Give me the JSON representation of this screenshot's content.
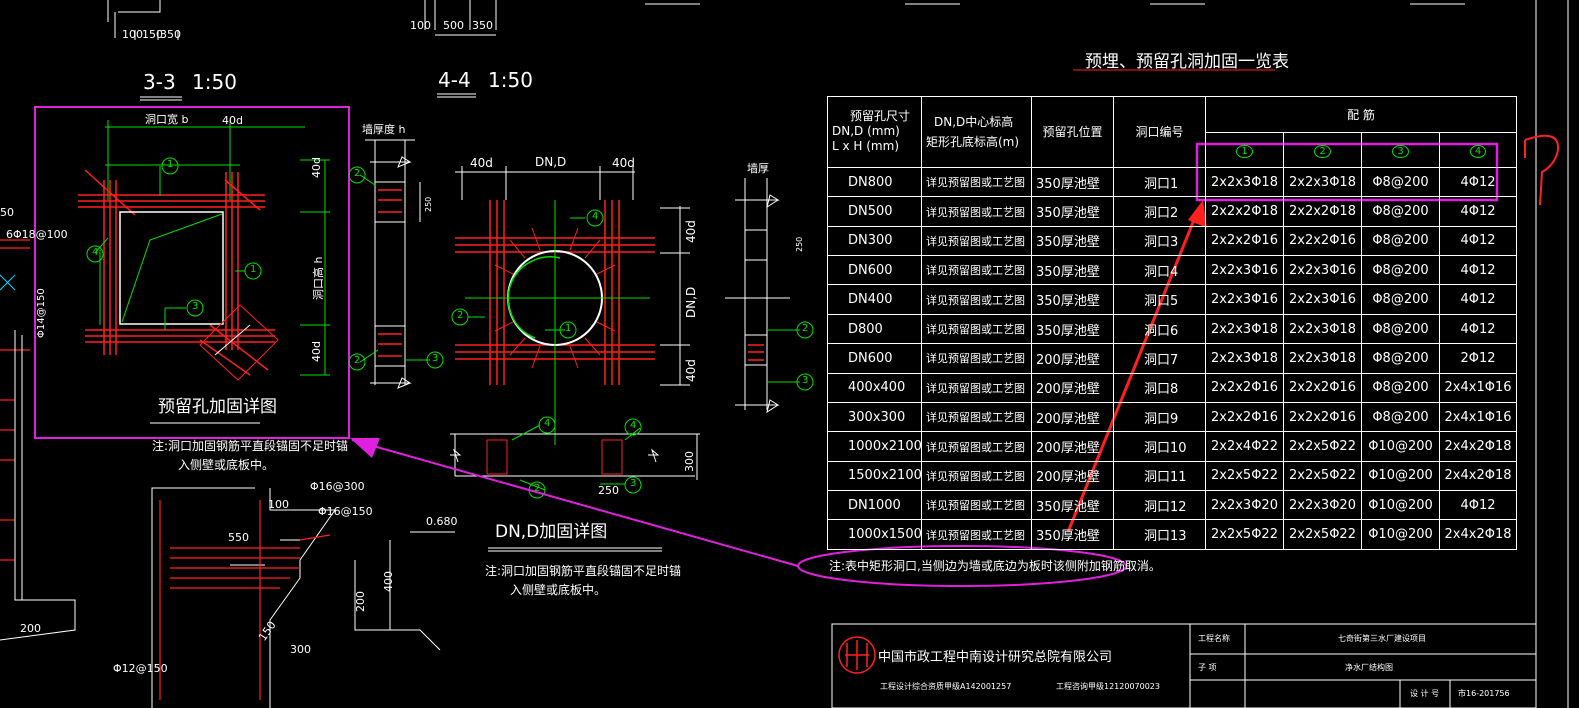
{
  "top_dims": {
    "left": [
      "100",
      "150",
      "350"
    ],
    "mid": [
      "100",
      "500",
      "350"
    ]
  },
  "section_3": {
    "title": "3-3",
    "scale": "1:50"
  },
  "section_4": {
    "title": "4-4",
    "scale": "1:50"
  },
  "detail_3": {
    "opening_width": "洞口宽 b",
    "anchor_top": "40d",
    "dim_upper": "40d",
    "opening_height": "洞口高 h",
    "dim_lower": "40d",
    "title": "预留孔加固详图",
    "note_line1": "注:洞口加固钢筋平直段锚固不足时锚",
    "note_line2": "入侧壁或底板中。"
  },
  "wall_thickness": "墙厚度 h",
  "wall_thickness2": "墙厚",
  "small_dims": {
    "a": "250",
    "b": "250"
  },
  "detail_4": {
    "dim_left": "40d",
    "dim_mid": "DN,D",
    "dim_right": "40d",
    "v_top": "40d",
    "v_mid": "DN,D",
    "v_bot": "40d",
    "title": "DN,D加固详图",
    "note_line1": "注:洞口加固钢筋平直段锚固不足时锚",
    "note_line2": "入侧壁或底板中。"
  },
  "wall_section": {
    "dim_300": "300",
    "dim_250": "250"
  },
  "left_edge": {
    "num": "50",
    "rebar1": "6Φ18@100",
    "rebar2": "Φ14@150",
    "dim_200": "200"
  },
  "corner_detail": {
    "r1": "Φ16@300",
    "r2": "Φ16@150",
    "d100": "100",
    "level": "0.680",
    "d550": "550",
    "d200": "200",
    "d400": "400",
    "d150": "150",
    "r3": "Φ12@150",
    "d300": "300"
  },
  "callouts": [
    "1",
    "2",
    "3",
    "4"
  ],
  "table_title": "预埋、预留孔洞加固一览表",
  "table": {
    "h_size_1": "预留孔尺寸",
    "h_size_2": "DN,D (mm)",
    "h_size_3": "L x H (mm)",
    "h_elev_1": "DN,D中心标高",
    "h_elev_2": "矩形孔底标高(m)",
    "h_pos": "预留孔位置",
    "h_no": "洞口编号",
    "h_rebar": "配  筋",
    "rebar_cols": [
      "1",
      "2",
      "3",
      "4"
    ],
    "rows": [
      [
        "DN800",
        "详见预留图或工艺图",
        "350厚池壁",
        "洞口1",
        "2x2x3Φ18",
        "2x2x3Φ18",
        "Φ8@200",
        "4Φ12"
      ],
      [
        "DN500",
        "详见预留图或工艺图",
        "350厚池壁",
        "洞口2",
        "2x2x2Φ18",
        "2x2x2Φ18",
        "Φ8@200",
        "4Φ12"
      ],
      [
        "DN300",
        "详见预留图或工艺图",
        "350厚池壁",
        "洞口3",
        "2x2x2Φ16",
        "2x2x2Φ16",
        "Φ8@200",
        "4Φ12"
      ],
      [
        "DN600",
        "详见预留图或工艺图",
        "350厚池壁",
        "洞口4",
        "2x2x3Φ16",
        "2x2x3Φ16",
        "Φ8@200",
        "4Φ12"
      ],
      [
        "DN400",
        "详见预留图或工艺图",
        "350厚池壁",
        "洞口5",
        "2x2x3Φ16",
        "2x2x3Φ16",
        "Φ8@200",
        "4Φ12"
      ],
      [
        "D800",
        "详见预留图或工艺图",
        "350厚池壁",
        "洞口6",
        "2x2x3Φ18",
        "2x2x3Φ18",
        "Φ8@200",
        "4Φ12"
      ],
      [
        "DN600",
        "详见预留图或工艺图",
        "200厚池壁",
        "洞口7",
        "2x2x3Φ18",
        "2x2x3Φ18",
        "Φ8@200",
        "2Φ12"
      ],
      [
        "400x400",
        "详见预留图或工艺图",
        "200厚池壁",
        "洞口8",
        "2x2x2Φ16",
        "2x2x2Φ16",
        "Φ8@200",
        "2x4x1Φ16"
      ],
      [
        "300x300",
        "详见预留图或工艺图",
        "200厚池壁",
        "洞口9",
        "2x2x2Φ16",
        "2x2x2Φ16",
        "Φ8@200",
        "2x4x1Φ16"
      ],
      [
        "1000x2100",
        "详见预留图或工艺图",
        "200厚池壁",
        "洞口10",
        "2x2x4Φ22",
        "2x2x5Φ22",
        "Φ10@200",
        "2x4x2Φ18"
      ],
      [
        "1500x2100",
        "详见预留图或工艺图",
        "200厚池壁",
        "洞口11",
        "2x2x5Φ22",
        "2x2x5Φ22",
        "Φ10@200",
        "2x4x2Φ18"
      ],
      [
        "DN1000",
        "详见预留图或工艺图",
        "350厚池壁",
        "洞口12",
        "2x2x3Φ20",
        "2x2x3Φ20",
        "Φ10@200",
        "4Φ12"
      ],
      [
        "1000x1500",
        "详见预留图或工艺图",
        "350厚池壁",
        "洞口13",
        "2x2x5Φ22",
        "2x2x5Φ22",
        "Φ10@200",
        "2x4x2Φ18"
      ]
    ]
  },
  "table_note": "注:表中矩形洞口,当侧边为墙或底边为板时该侧附加钢筋取消。",
  "question_mark": "?",
  "title_block": {
    "company": "中国市政工程中南设计研究总院有限公司",
    "cert1": "工程设计综合资质甲级A142001257",
    "cert2": "工程咨询甲级12120070023",
    "label_project": "工程名称",
    "project": "七奇街第三水厂建设项目",
    "label_sub": "子    项",
    "sub": "净水厂结构图",
    "label_design_no": "设 计 号",
    "design_no": "市16-201756"
  },
  "colors": {
    "red": "#ff2020",
    "green": "#00e000",
    "magenta": "#e020e0",
    "white": "#ffffff",
    "cyan": "#00d8ff"
  }
}
